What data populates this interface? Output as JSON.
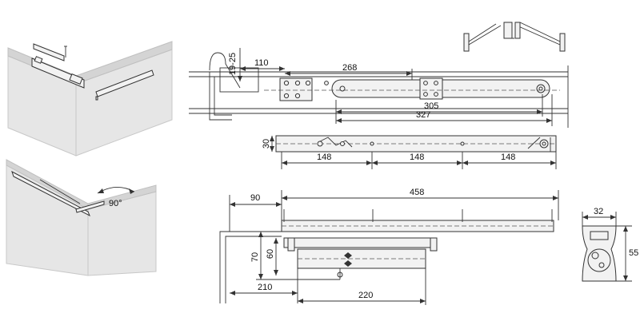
{
  "install_view": {
    "angle_label": "90°"
  },
  "dimensions": {
    "top_view": {
      "height_range": "19-25",
      "offset": "110",
      "arm_length": "268",
      "rail_a": "305",
      "rail_b": "327"
    },
    "side_view": {
      "height": "30",
      "spacing_1": "148",
      "spacing_2": "148",
      "spacing_3": "148"
    },
    "install_view_dims": {
      "left_offset": "90",
      "length": "458",
      "height_outer": "70",
      "height_inner": "60",
      "bottom_offset": "210",
      "bottom_length": "220"
    },
    "cross_section": {
      "width": "32",
      "height": "55"
    }
  }
}
